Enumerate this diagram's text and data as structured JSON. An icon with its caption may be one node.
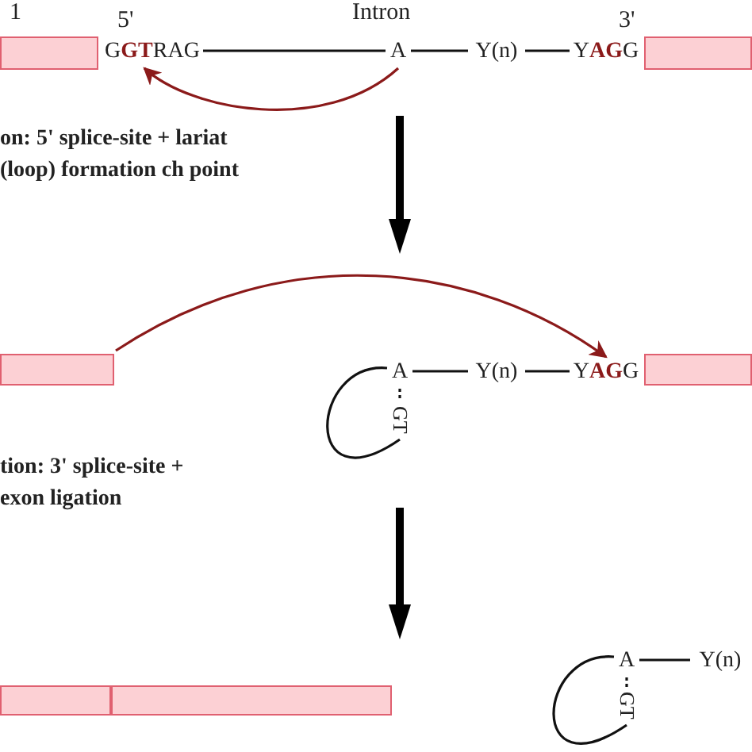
{
  "diagram": {
    "nodes": [
      {
        "text": [],
        "shape": "box"
      },
      {
        "text": [
          "G**GT**RAG"
        ]
      },
      {
        "text": [
          "A"
        ]
      },
      {
        "text": [
          "Y(n)"
        ]
      },
      {
        "text": [
          "Y**AG**G"
        ]
      },
      {
        "text": [],
        "shape": "box"
      },
      {
        "text": [],
        "shape": "box"
      },
      {
        "text": [
          "A"
        ]
      },
      {
        "text": [
          "Y(n)"
        ]
      },
      {
        "text": [
          "Y**AG**G"
        ]
      },
      {
        "text": [],
        "shape": "box"
      },
      {
        "text": [
          "GT"
        ]
      },
      {
        "text": [],
        "shape": "box"
      },
      {
        "text": [],
        "shape": "box"
      },
      {
        "text": [
          "A"
        ]
      },
      {
        "text": [
          "Y(n)"
        ]
      },
      {
        "text": [
          "GT"
        ]
      }
    ],
    "edges": [
      {
        "from": 1,
        "to": 2,
        "arrow": "none"
      },
      {
        "from": 2,
        "to": 3,
        "arrow": "none"
      },
      {
        "from": 3,
        "to": 4,
        "arrow": "none"
      },
      {
        "from": 2,
        "to": 1,
        "arrow": "to",
        "color": "#8b1a1a"
      },
      {
        "from": 7,
        "to": 8,
        "arrow": "none"
      },
      {
        "from": 8,
        "to": 9,
        "arrow": "none"
      },
      {
        "from": 6,
        "to": 9,
        "arrow": "to",
        "color": "#8b1a1a"
      },
      {
        "from": 7,
        "to": 11,
        "arrow": "none",
        "style": "dashed"
      },
      {
        "from": 7,
        "to": 11,
        "arrow": "none"
      },
      {
        "from": 14,
        "to": 15,
        "arrow": "none"
      },
      {
        "from": 14,
        "to": 16,
        "arrow": "none",
        "style": "dashed"
      },
      {
        "from": 14,
        "to": 16,
        "arrow": "none"
      }
    ],
    "labels": [
      "1",
      "5'",
      "Intron",
      "3'",
      "on: 5' splice-site + lariat (loop) formation ch point",
      "tion: 3' splice-site + exon ligation"
    ]
  }
}
